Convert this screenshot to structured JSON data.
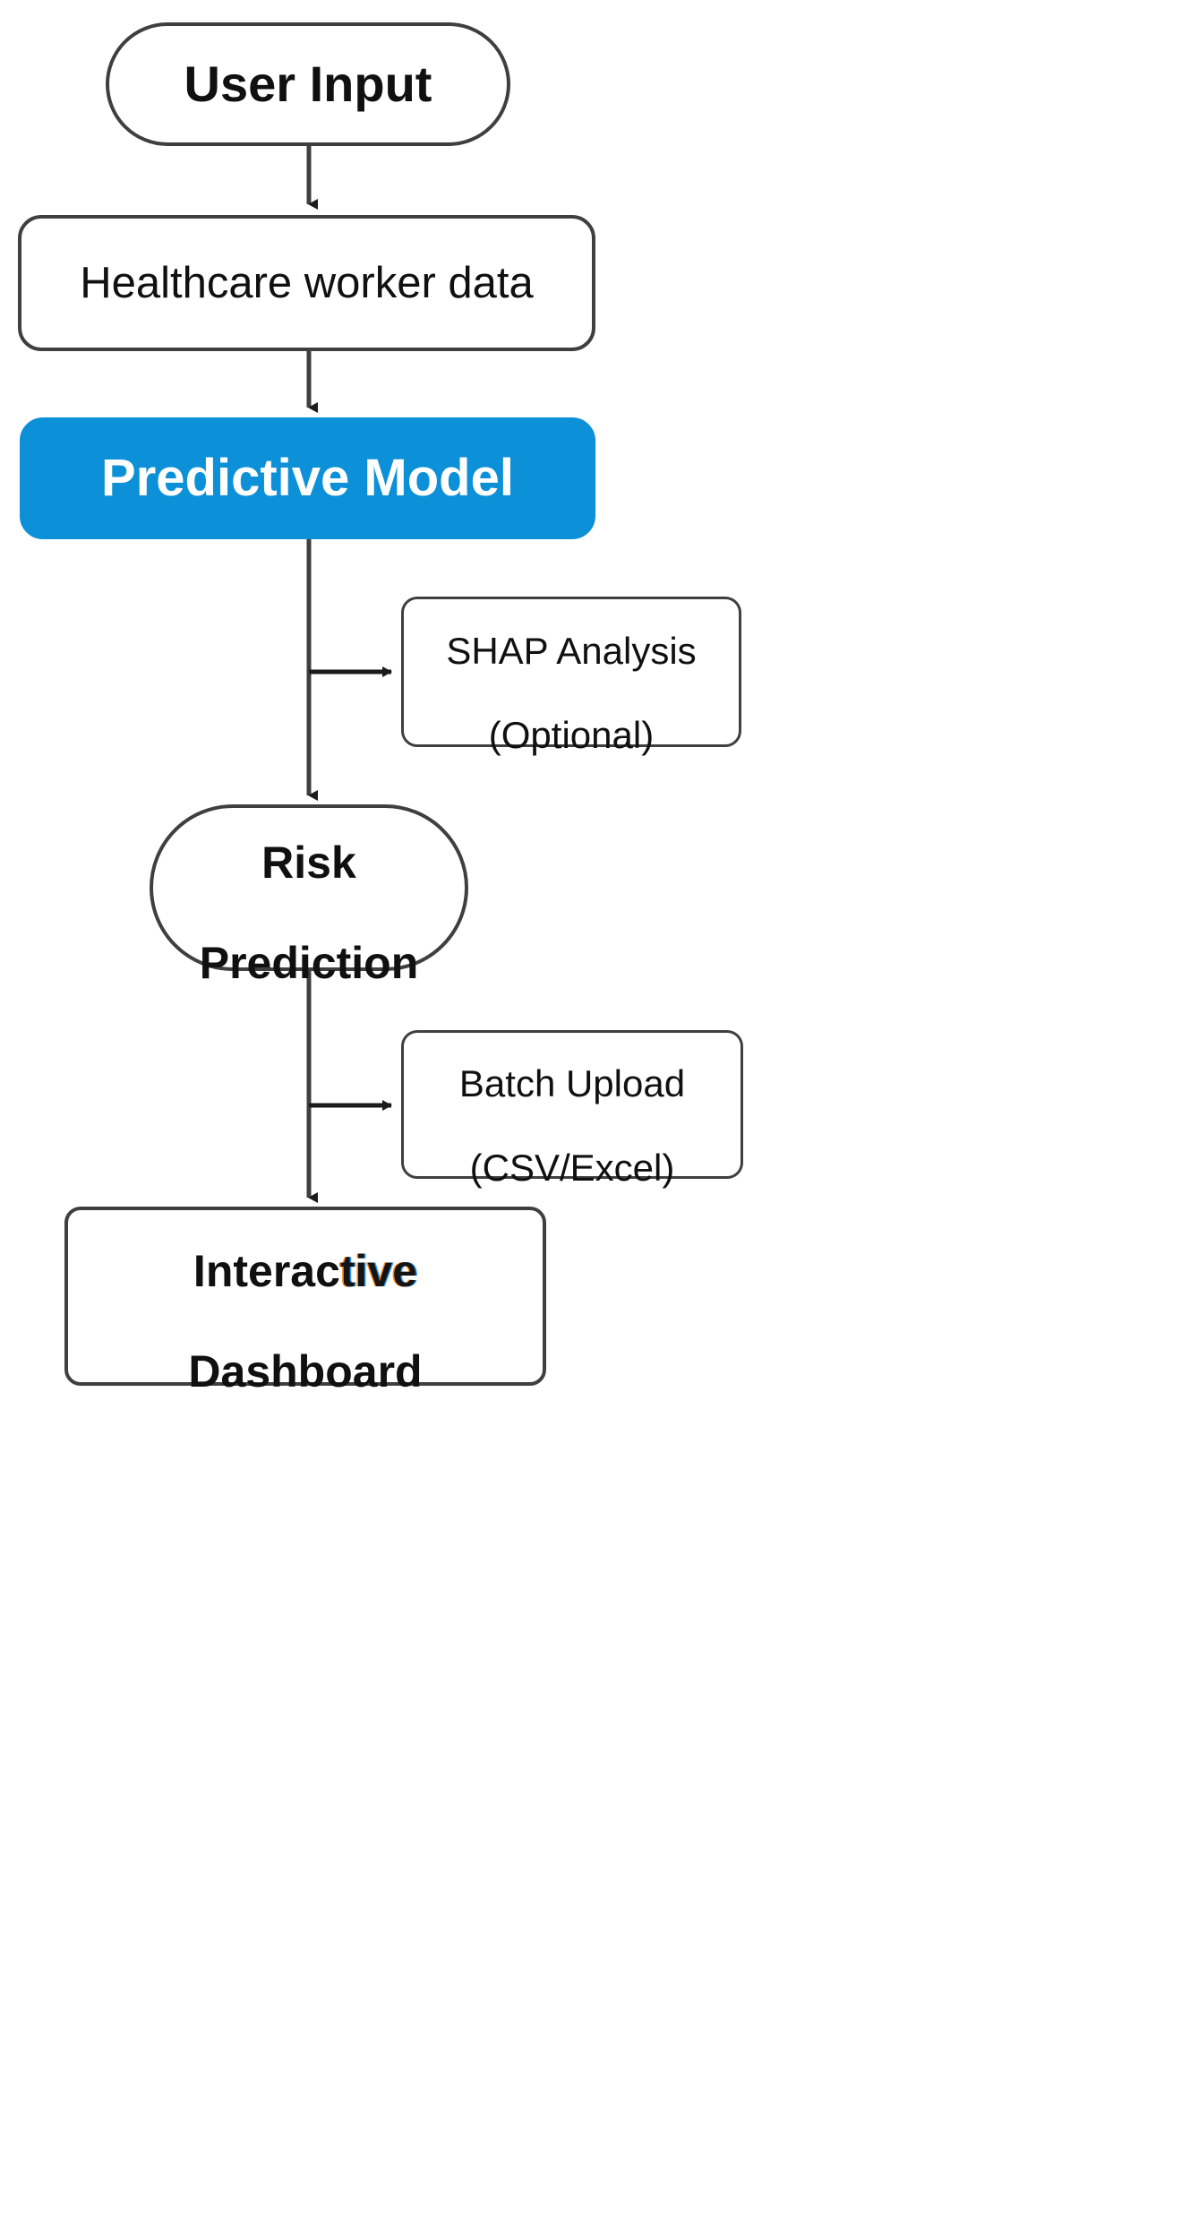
{
  "diagram": {
    "title": "Healthcare worker risk prediction pipeline",
    "type": "flowchart",
    "orientation": "top-to-bottom",
    "background_color": "#ffffff",
    "edge_color": "#3f3f3f",
    "accent_color": "#0c90d8",
    "node_border_color": "#3f3f3f",
    "node_fill_color": "#ffffff",
    "nodes": [
      {
        "id": "user-input",
        "label": "User Input",
        "shape": "stadium",
        "fill": "#ffffff",
        "text_color": "#101010",
        "bold": true
      },
      {
        "id": "healthcare-data",
        "label": "Healthcare worker data",
        "shape": "rounded-rectangle",
        "fill": "#ffffff",
        "text_color": "#101010",
        "bold": false
      },
      {
        "id": "predictive-model",
        "label": "Predictive Model",
        "shape": "rounded-rectangle",
        "fill": "#0c90d8",
        "text_color": "#ffffff",
        "bold": true
      },
      {
        "id": "shap-analysis",
        "label": "SHAP Analysis\n(Optional)",
        "line1": "SHAP Analysis",
        "line2": "(Optional)",
        "shape": "rounded-rectangle",
        "fill": "#ffffff",
        "text_color": "#101010",
        "bold": false
      },
      {
        "id": "risk-prediction",
        "label": "Risk\nPrediction",
        "line1": "Risk",
        "line2": "Prediction",
        "shape": "stadium",
        "fill": "#ffffff",
        "text_color": "#101010",
        "bold": true
      },
      {
        "id": "batch-upload",
        "label": "Batch Upload\n(CSV/Excel)",
        "line1": "Batch Upload",
        "line2": "(CSV/Excel)",
        "shape": "rounded-rectangle",
        "fill": "#ffffff",
        "text_color": "#101010",
        "bold": false
      },
      {
        "id": "interactive-dashboard",
        "label": "Interactive\nDashboard",
        "line1_part1": "Interac",
        "line1_part2": "tive",
        "line2": "Dashboard",
        "shape": "rounded-rectangle",
        "fill": "#ffffff",
        "text_color": "#101010",
        "bold": true
      }
    ],
    "edges": [
      {
        "from": "user-input",
        "to": "healthcare-data",
        "direction": "down",
        "arrow": true
      },
      {
        "from": "healthcare-data",
        "to": "predictive-model",
        "direction": "down",
        "arrow": true
      },
      {
        "from": "predictive-model",
        "to": "shap-analysis",
        "direction": "right",
        "arrow": true
      },
      {
        "from": "predictive-model",
        "to": "risk-prediction",
        "direction": "down",
        "arrow": true
      },
      {
        "from": "risk-prediction",
        "to": "batch-upload",
        "direction": "right",
        "arrow": true
      },
      {
        "from": "risk-prediction",
        "to": "interactive-dashboard",
        "direction": "down",
        "arrow": true
      }
    ]
  }
}
